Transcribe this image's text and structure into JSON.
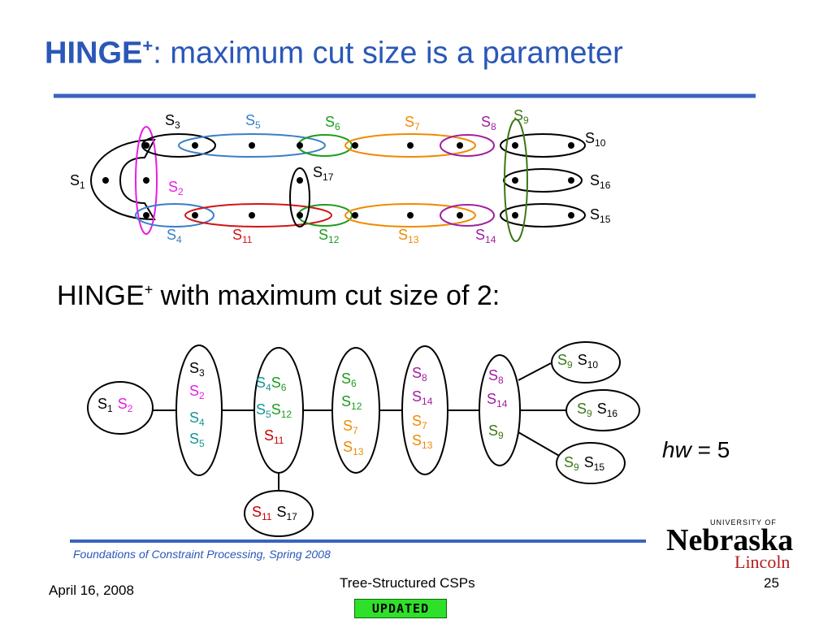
{
  "slide": {
    "title_bold": "HINGE",
    "title_sup": "+",
    "title_rest": ": maximum cut size is a parameter",
    "subheading_main": "HINGE",
    "subheading_sup": "+",
    "subheading_rest": " with maximum cut size of 2:",
    "hw_var": "hw",
    "hw_rest": " = 5"
  },
  "colors": {
    "title_blue": "#2a57b8",
    "black": "#000000",
    "blue": "#3a7fc8",
    "green": "#1e9b1e",
    "orange": "#f08a00",
    "magenta": "#a01ea0",
    "pink": "#e61ee6",
    "red": "#d21414",
    "teal": "#149696",
    "olive": "#3c7814",
    "dark_red": "#c80000"
  },
  "top_graph_labels": {
    "s1": {
      "base": "S",
      "sub": "1"
    },
    "s2": {
      "base": "S",
      "sub": "2"
    },
    "s3": {
      "base": "S",
      "sub": "3"
    },
    "s4": {
      "base": "S",
      "sub": "4"
    },
    "s5": {
      "base": "S",
      "sub": "5"
    },
    "s6": {
      "base": "S",
      "sub": "6"
    },
    "s7": {
      "base": "S",
      "sub": "7"
    },
    "s8": {
      "base": "S",
      "sub": "8"
    },
    "s9": {
      "base": "S",
      "sub": "9"
    },
    "s10": {
      "base": "S",
      "sub": "10"
    },
    "s11": {
      "base": "S",
      "sub": "11"
    },
    "s12": {
      "base": "S",
      "sub": "12"
    },
    "s13": {
      "base": "S",
      "sub": "13"
    },
    "s14": {
      "base": "S",
      "sub": "14"
    },
    "s15": {
      "base": "S",
      "sub": "15"
    },
    "s16": {
      "base": "S",
      "sub": "16"
    },
    "s17": {
      "base": "S",
      "sub": "17"
    }
  },
  "tree_nodes": {
    "n1": {
      "l1a": "1",
      "l1b": "2"
    },
    "n2": {
      "l1": "3",
      "l2": "2",
      "l3": "4",
      "l4": "5"
    },
    "n3": {
      "l1a": "4",
      "l1b": "6",
      "l2a": "5",
      "l2b": "12",
      "l3": "11"
    },
    "n4": {
      "l1": "6",
      "l2": "12",
      "l3": "7",
      "l4": "13"
    },
    "n5": {
      "l1": "8",
      "l2": "14",
      "l3": "7",
      "l4": "13"
    },
    "n6": {
      "l1": "8",
      "l2": "14",
      "l3": "9"
    },
    "n7": {
      "a": "9",
      "b": "10"
    },
    "n8": {
      "a": "9",
      "b": "16"
    },
    "n9": {
      "a": "9",
      "b": "15"
    },
    "n10": {
      "a": "11",
      "b": "17"
    },
    "letter": "S"
  },
  "footer": {
    "course": "Foundations of Constraint Processing, Spring 2008",
    "date": "April 16, 2008",
    "title": "Tree-Structured CSPs",
    "page": "25",
    "updated_badge": "UPDATED"
  },
  "logo": {
    "university": "UNIVERSITY OF",
    "name": "Nebraska",
    "campus": "Lincoln"
  }
}
